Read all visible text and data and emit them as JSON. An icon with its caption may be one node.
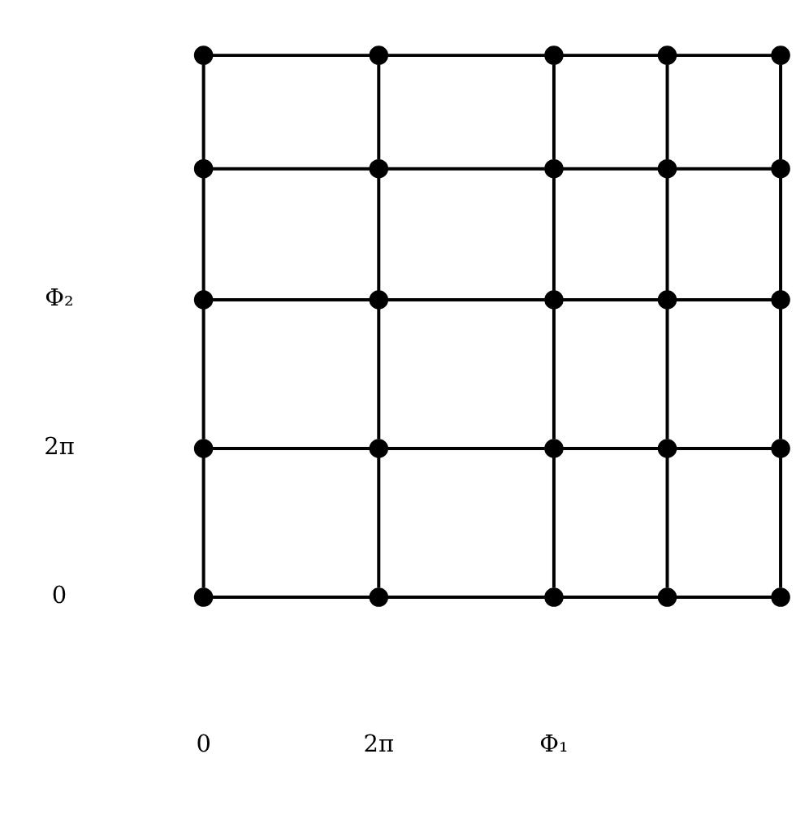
{
  "diagram": {
    "nodes": [
      {
        "text": [],
        "shape": "circle"
      },
      {
        "text": [],
        "shape": "circle"
      },
      {
        "text": [],
        "shape": "circle"
      },
      {
        "text": [],
        "shape": "circle"
      },
      {
        "text": [],
        "shape": "circle"
      },
      {
        "text": [],
        "shape": "circle"
      },
      {
        "text": [],
        "shape": "circle"
      },
      {
        "text": [],
        "shape": "circle"
      },
      {
        "text": [],
        "shape": "circle"
      },
      {
        "text": [],
        "shape": "circle"
      },
      {
        "text": [],
        "shape": "circle"
      },
      {
        "text": [],
        "shape": "circle"
      },
      {
        "text": [],
        "shape": "circle"
      },
      {
        "text": [],
        "shape": "circle"
      },
      {
        "text": [],
        "shape": "circle"
      },
      {
        "text": [],
        "shape": "circle"
      },
      {
        "text": [],
        "shape": "circle"
      },
      {
        "text": [],
        "shape": "circle"
      },
      {
        "text": [],
        "shape": "circle"
      },
      {
        "text": [],
        "shape": "circle"
      },
      {
        "text": [],
        "shape": "circle"
      },
      {
        "text": [],
        "shape": "circle"
      },
      {
        "text": [],
        "shape": "circle"
      },
      {
        "text": [],
        "shape": "circle"
      },
      {
        "text": [],
        "shape": "circle"
      }
    ],
    "edges": [
      {
        "from": 0,
        "to": 1,
        "arrow": "none"
      },
      {
        "from": 1,
        "to": 2,
        "arrow": "none"
      },
      {
        "from": 2,
        "to": 3,
        "arrow": "none"
      },
      {
        "from": 3,
        "to": 4,
        "arrow": "none"
      },
      {
        "from": 5,
        "to": 6,
        "arrow": "none"
      },
      {
        "from": 6,
        "to": 7,
        "arrow": "none"
      },
      {
        "from": 7,
        "to": 8,
        "arrow": "none"
      },
      {
        "from": 8,
        "to": 9,
        "arrow": "none"
      },
      {
        "from": 10,
        "to": 11,
        "arrow": "none"
      },
      {
        "from": 11,
        "to": 12,
        "arrow": "none"
      },
      {
        "from": 12,
        "to": 13,
        "arrow": "none"
      },
      {
        "from": 13,
        "to": 14,
        "arrow": "none"
      },
      {
        "from": 15,
        "to": 16,
        "arrow": "none"
      },
      {
        "from": 16,
        "to": 17,
        "arrow": "none"
      },
      {
        "from": 17,
        "to": 18,
        "arrow": "none"
      },
      {
        "from": 18,
        "to": 19,
        "arrow": "none"
      },
      {
        "from": 20,
        "to": 21,
        "arrow": "none"
      },
      {
        "from": 21,
        "to": 22,
        "arrow": "none"
      },
      {
        "from": 22,
        "to": 23,
        "arrow": "none"
      },
      {
        "from": 23,
        "to": 24,
        "arrow": "none"
      },
      {
        "from": 0,
        "to": 5,
        "arrow": "none"
      },
      {
        "from": 5,
        "to": 10,
        "arrow": "none"
      },
      {
        "from": 10,
        "to": 15,
        "arrow": "none"
      },
      {
        "from": 15,
        "to": 20,
        "arrow": "none"
      },
      {
        "from": 1,
        "to": 6,
        "arrow": "none"
      },
      {
        "from": 6,
        "to": 11,
        "arrow": "none"
      },
      {
        "from": 11,
        "to": 16,
        "arrow": "none"
      },
      {
        "from": 16,
        "to": 21,
        "arrow": "none"
      },
      {
        "from": 2,
        "to": 7,
        "arrow": "none"
      },
      {
        "from": 7,
        "to": 12,
        "arrow": "none"
      },
      {
        "from": 12,
        "to": 17,
        "arrow": "none"
      },
      {
        "from": 17,
        "to": 22,
        "arrow": "none"
      },
      {
        "from": 3,
        "to": 8,
        "arrow": "none"
      },
      {
        "from": 8,
        "to": 13,
        "arrow": "none"
      },
      {
        "from": 13,
        "to": 18,
        "arrow": "none"
      },
      {
        "from": 18,
        "to": 23,
        "arrow": "none"
      },
      {
        "from": 4,
        "to": 9,
        "arrow": "none"
      },
      {
        "from": 9,
        "to": 14,
        "arrow": "none"
      },
      {
        "from": 14,
        "to": 19,
        "arrow": "none"
      },
      {
        "from": 19,
        "to": 24,
        "arrow": "none"
      }
    ],
    "labels": [
      "Φ₂",
      "2π",
      "0",
      "0",
      "2π",
      "Φ₁"
    ]
  }
}
